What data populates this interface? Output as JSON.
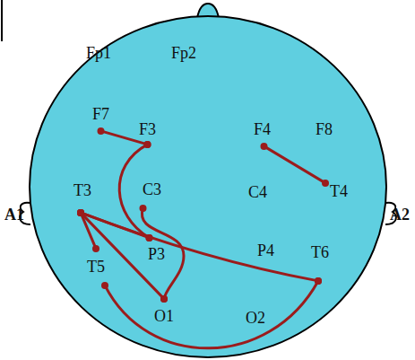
{
  "diagram": {
    "nodes": [
      {
        "text": [
          "Fp1"
        ]
      },
      {
        "text": [
          "Fp2"
        ]
      },
      {
        "text": [
          "F7"
        ]
      },
      {
        "text": [
          "F3"
        ]
      },
      {
        "text": [
          "F4"
        ]
      },
      {
        "text": [
          "F8"
        ]
      },
      {
        "text": [
          "T3"
        ]
      },
      {
        "text": [
          "C3"
        ]
      },
      {
        "text": [
          "C4"
        ]
      },
      {
        "text": [
          "T4"
        ]
      },
      {
        "text": [
          "P3"
        ]
      },
      {
        "text": [
          "P4"
        ]
      },
      {
        "text": [
          "T5"
        ]
      },
      {
        "text": [
          "T6"
        ]
      },
      {
        "text": [
          "O1"
        ]
      },
      {
        "text": [
          "O2"
        ]
      }
    ],
    "edges": [
      {
        "from": 2,
        "to": 3,
        "arrow": "none"
      },
      {
        "from": 3,
        "to": 10,
        "arrow": "none"
      },
      {
        "from": 7,
        "to": 14,
        "arrow": "none"
      },
      {
        "from": 6,
        "to": 10,
        "arrow": "none"
      },
      {
        "from": 6,
        "to": 14,
        "arrow": "none"
      },
      {
        "from": 6,
        "to": 12,
        "arrow": "none"
      },
      {
        "from": 6,
        "to": 13,
        "arrow": "none"
      },
      {
        "from": 12,
        "to": 13,
        "arrow": "none"
      },
      {
        "from": 4,
        "to": 9,
        "arrow": "none"
      }
    ],
    "labels": [
      "A1",
      "A2"
    ]
  }
}
